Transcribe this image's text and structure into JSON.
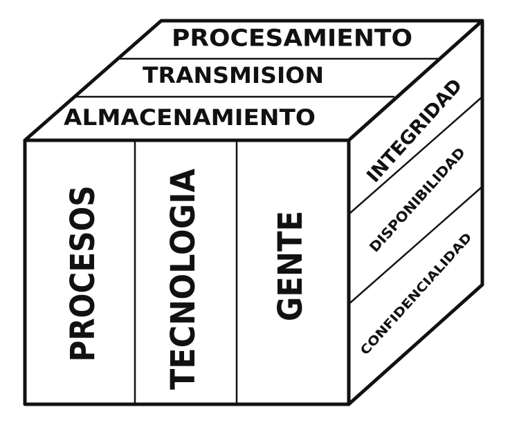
{
  "top_layers": [
    {
      "label": "PROCESAMIENTO"
    },
    {
      "label": "TRANSMISION"
    },
    {
      "label": "ALMACENAMIENTO"
    }
  ],
  "front_columns": [
    {
      "label": "PROCESOS"
    },
    {
      "label": "TECNOLOGIA"
    },
    {
      "label": "GENTE"
    }
  ],
  "side_rows": [
    {
      "label": "INTEGRIDAD"
    },
    {
      "label": "DISPONIBILIDAD"
    },
    {
      "label": "CONFIDENCIALIDAD"
    }
  ]
}
